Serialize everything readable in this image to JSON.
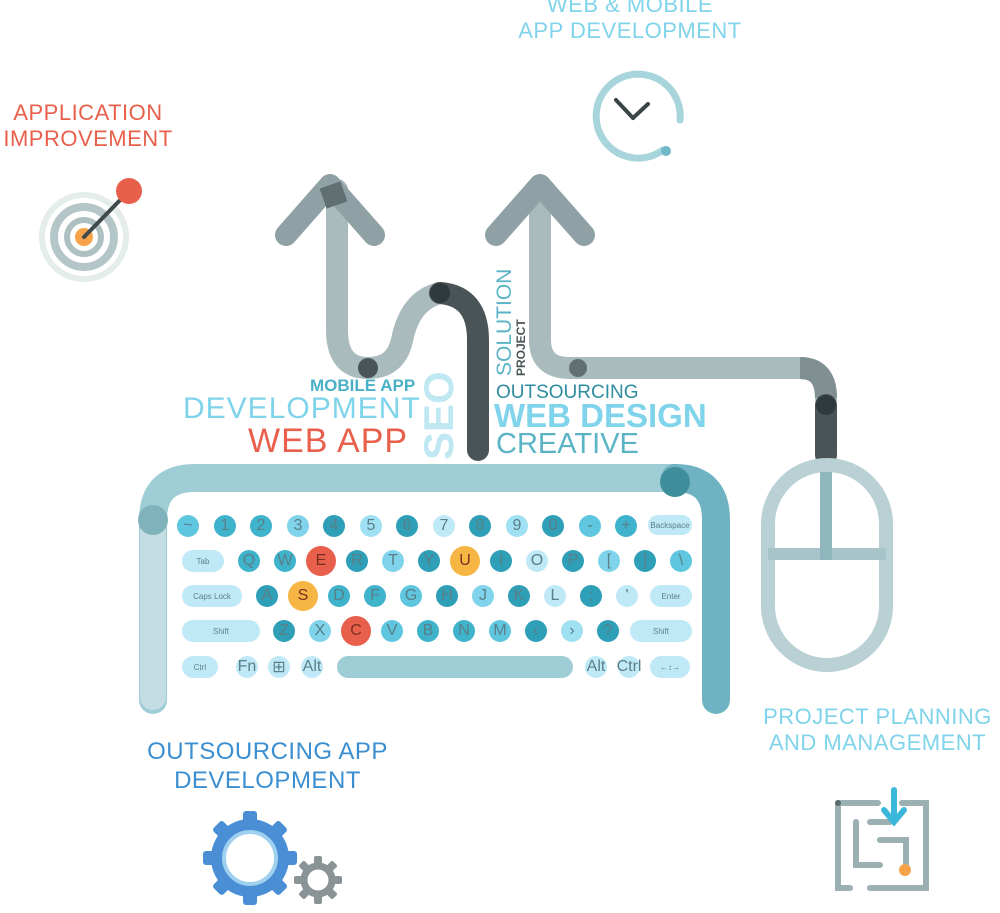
{
  "headings": {
    "web_mobile": [
      "WEB & MOBILE",
      "APP DEVELOPMENT"
    ],
    "application": [
      "APPLICATION",
      "IMPROVEMENT"
    ],
    "project": [
      "PROJECT PLANNING",
      "AND MANAGEMENT"
    ],
    "outsourcing": [
      "OUTSOURCING APP",
      "DEVELOPMENT"
    ]
  },
  "word_cloud": {
    "mobile_app": "MOBILE APP",
    "development": "DEVELOPMENT",
    "web_app": "WEB APP",
    "seo": "SEO",
    "solution": "SOLUTION",
    "project": "PROJECT",
    "outsourcing": "OUTSOURCING",
    "web_design": "WEB DESIGN",
    "creative": "CREATIVE"
  },
  "keyboard": {
    "row1": [
      "~",
      "1",
      "2",
      "3",
      "4",
      "5",
      "6",
      "7",
      "8",
      "9",
      "0",
      "-",
      "+",
      "Backspace"
    ],
    "row2": [
      "Tab",
      "Q",
      "W",
      "E",
      "R",
      "T",
      "Y",
      "U",
      "I",
      "O",
      "P",
      "[",
      "]",
      "\\"
    ],
    "row3": [
      "Caps Lock",
      "A",
      "S",
      "D",
      "F",
      "G",
      "H",
      "J",
      "K",
      "L",
      ";",
      "'",
      "Enter"
    ],
    "row4": [
      "Shift",
      "Z",
      "X",
      "C",
      "V",
      "B",
      "N",
      "M",
      "‹",
      "›",
      "?",
      "Shift"
    ],
    "row5": [
      "Ctrl",
      "Fn",
      "⊞",
      "Alt",
      "",
      "Alt",
      "Ctrl",
      "←↕→"
    ],
    "highlighted_letters": [
      "E",
      "U",
      "S",
      "C"
    ]
  },
  "colors": {
    "red": "#e8604c",
    "orange": "#f6a34a",
    "yellow": "#f7b543",
    "light_blue": "#7fd3ea",
    "mid_teal": "#5ab4c5",
    "dark_teal": "#2f8c9e",
    "pale_teal": "#a9d3da",
    "grey_path": "#9fb1b4",
    "dark_grey": "#4a5457",
    "blue_gear": "#4a8fd6",
    "text_blue": "#3b8fd0"
  },
  "icons": {
    "target": "target-icon",
    "clock": "clock-icon",
    "maze": "maze-icon",
    "gears": "gears-icon",
    "mouse": "mouse-icon"
  }
}
